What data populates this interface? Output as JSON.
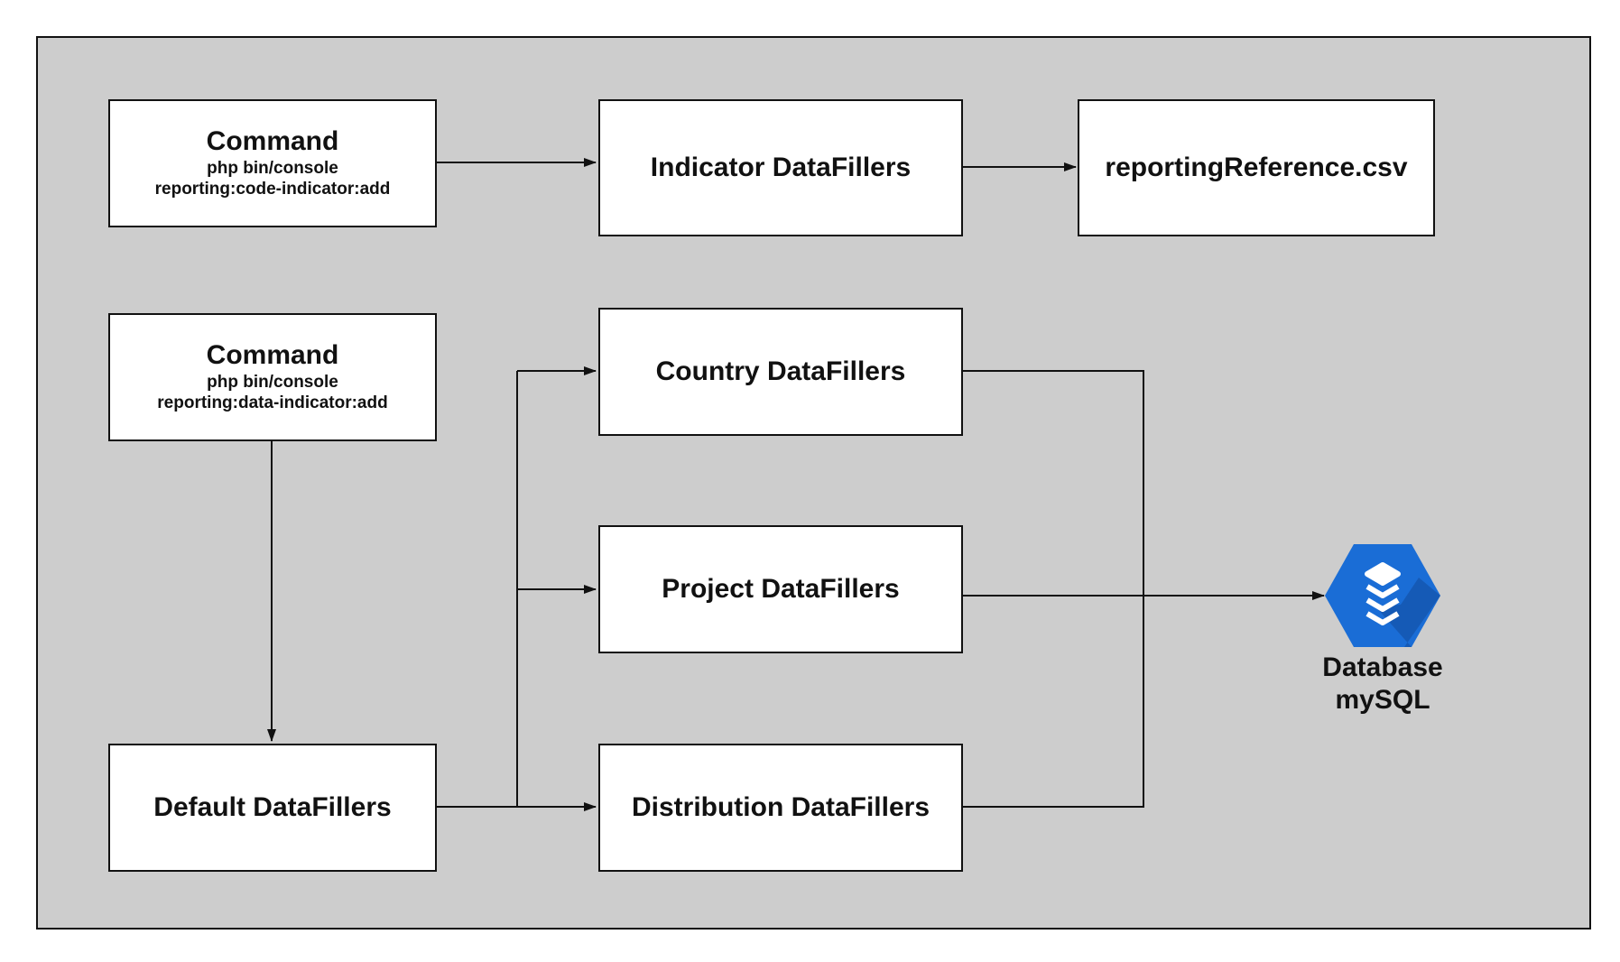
{
  "nodes": {
    "command_code": {
      "title": "Command",
      "line1": "php bin/console",
      "line2": "reporting:code-indicator:add"
    },
    "indicator": {
      "title": "Indicator DataFillers"
    },
    "csv": {
      "title": "reportingReference.csv"
    },
    "command_data": {
      "title": "Command",
      "line1": "php bin/console",
      "line2": "reporting:data-indicator:add"
    },
    "country": {
      "title": "Country DataFillers"
    },
    "project": {
      "title": "Project DataFillers"
    },
    "default": {
      "title": "Default DataFillers"
    },
    "distribution": {
      "title": "Distribution DataFillers"
    }
  },
  "database": {
    "line1": "Database",
    "line2": "mySQL",
    "icon": "database-stack-icon",
    "color_primary": "#1a6dd6",
    "color_shadow": "#1557b0"
  },
  "colors": {
    "background": "#cdcdcd",
    "node_fill": "#ffffff",
    "stroke": "#111111"
  }
}
